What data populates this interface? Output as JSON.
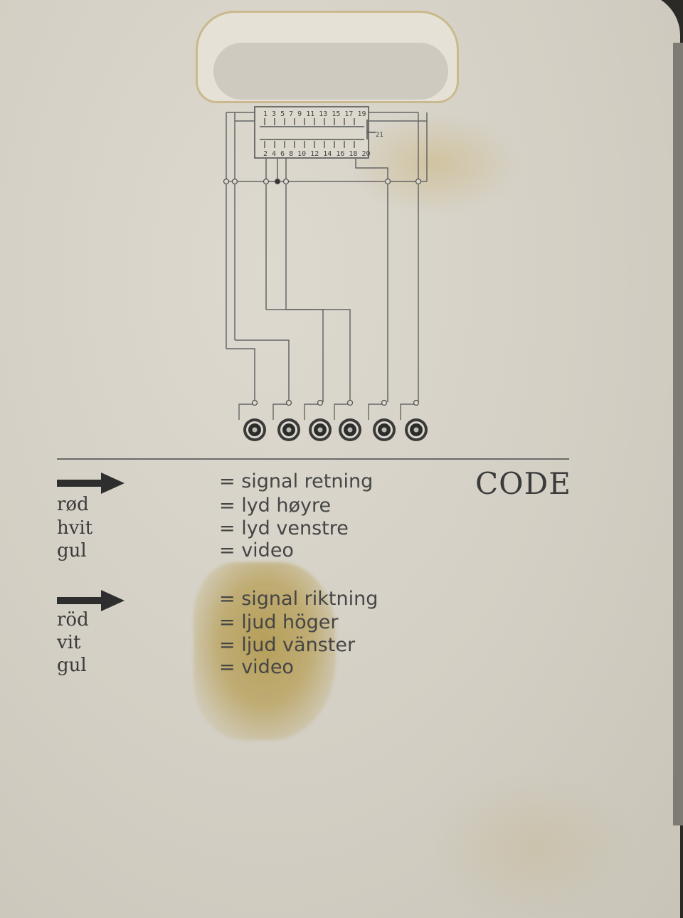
{
  "diagram": {
    "pins_top": "1 3 5 7 9 11 13 15 17 19",
    "pins_bottom": "2 4 6 8 10 12 14 16 18 20",
    "pin_21": "21",
    "connector_count": 6
  },
  "code_heading": "CODE",
  "legends": [
    {
      "arrow_text": "= signal retning",
      "rows": [
        {
          "color": "rød",
          "meaning": "= lyd høyre"
        },
        {
          "color": "hvit",
          "meaning": "= lyd venstre"
        },
        {
          "color": "gul",
          "meaning": "= video"
        }
      ]
    },
    {
      "arrow_text": "= signal riktning",
      "rows": [
        {
          "color": "röd",
          "meaning": "= ljud höger"
        },
        {
          "color": "vit",
          "meaning": "= ljud vänster"
        },
        {
          "color": "gul",
          "meaning": "= video"
        }
      ]
    }
  ],
  "colors": {
    "card": "#d8d4ca",
    "ink": "#3a3a3a",
    "stain": "#b8a058"
  }
}
